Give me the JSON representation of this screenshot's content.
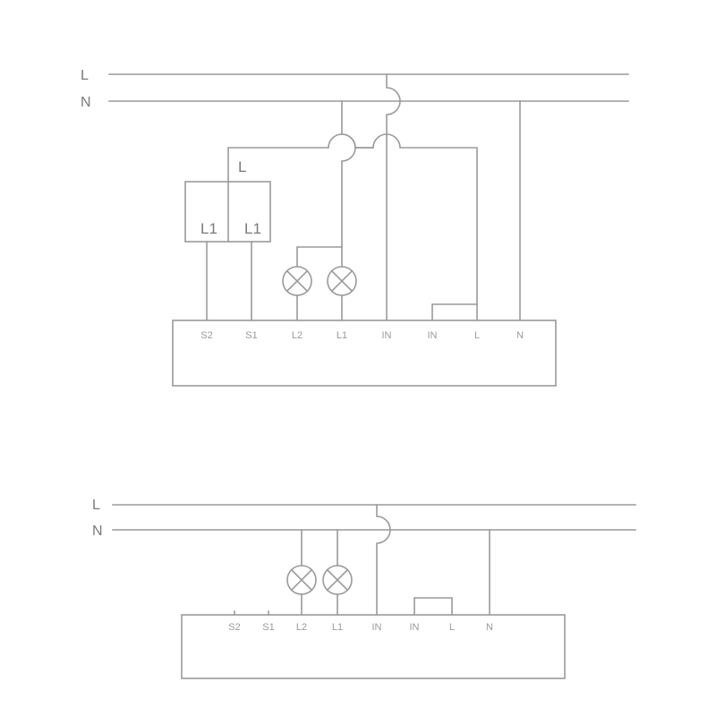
{
  "diagram_top": {
    "bus_labels": {
      "live": "L",
      "neutral": "N"
    },
    "switch": {
      "input_label": "L",
      "outputs": [
        "L1",
        "L1"
      ]
    },
    "terminals": [
      "S2",
      "S1",
      "L2",
      "L1",
      "IN",
      "IN",
      "L",
      "N"
    ]
  },
  "diagram_bottom": {
    "bus_labels": {
      "live": "L",
      "neutral": "N"
    },
    "terminals": [
      "S2",
      "S1",
      "L2",
      "L1",
      "IN",
      "IN",
      "L",
      "N"
    ]
  },
  "colors": {
    "line": "#9a9a9a",
    "text": "#7a7a7a",
    "background": "#ffffff"
  }
}
